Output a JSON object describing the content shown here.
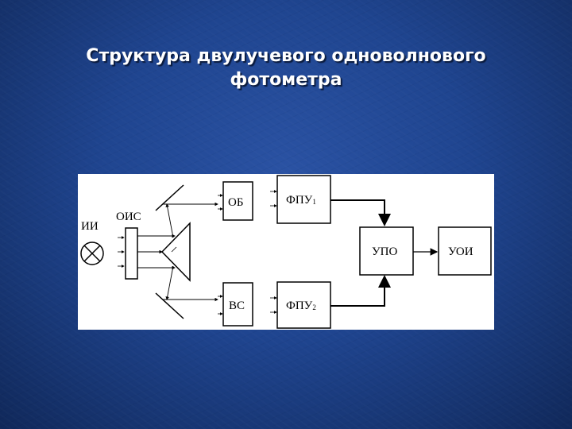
{
  "slide": {
    "title_line1": "Структура двулучевого одноволнового",
    "title_line2": "фотометра"
  },
  "diagram": {
    "source_label": "ИИ",
    "optics_label": "ОИС",
    "ob_label": "ОБ",
    "vs_label": "ВС",
    "fpu1_label": "ФПУ",
    "fpu1_sub": "1",
    "fpu2_label": "ФПУ",
    "fpu2_sub": "2",
    "upo_label": "УПО",
    "uoi_label": "УОИ"
  }
}
